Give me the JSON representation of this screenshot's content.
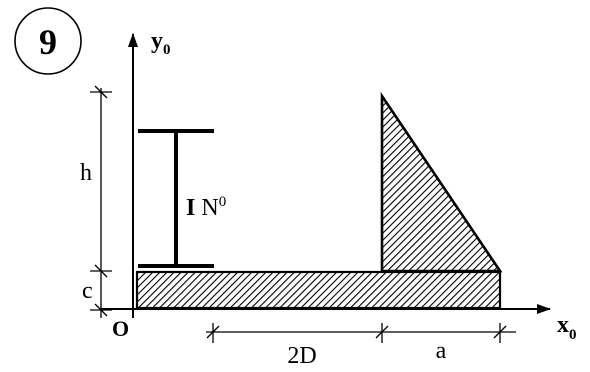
{
  "problem": {
    "number": "9"
  },
  "axes": {
    "x_label": "x",
    "x_subscript": "0",
    "y_label": "y",
    "y_subscript": "0",
    "origin_label": "O"
  },
  "dimensions": {
    "height_label": "h",
    "plate_thickness_label": "c",
    "horizontal_offset_label": "2D",
    "triangle_base_label": "a"
  },
  "section_label": {
    "prefix": "I",
    "name": "N",
    "superscript": "0"
  },
  "colors": {
    "line": "#000000",
    "background": "#ffffff"
  }
}
